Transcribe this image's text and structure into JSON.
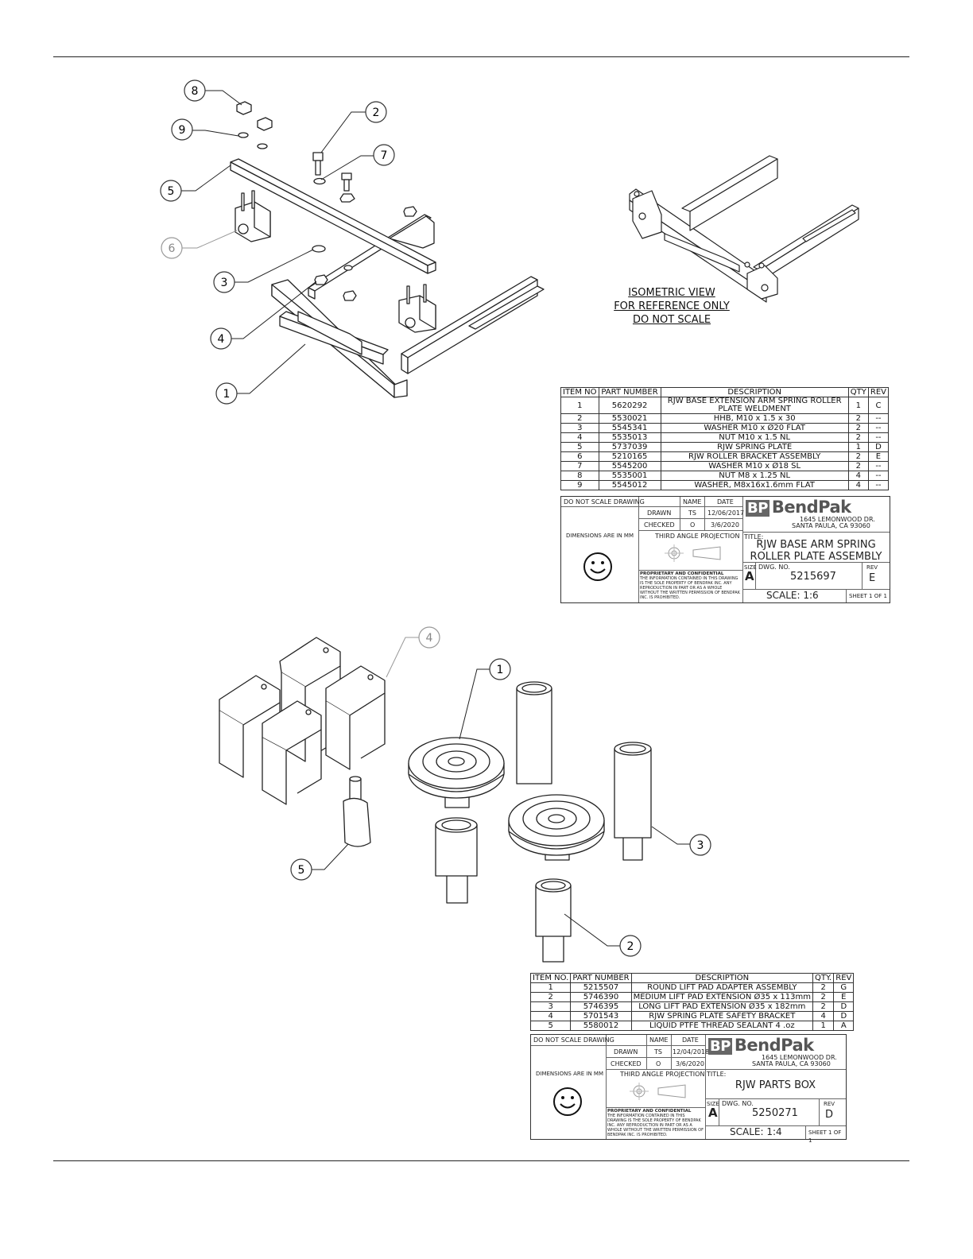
{
  "drawing1": {
    "callouts": [
      "1",
      "2",
      "3",
      "4",
      "5",
      "6",
      "7",
      "8",
      "9"
    ],
    "iso_note": [
      "ISOMETRIC VIEW",
      "FOR REFERENCE ONLY",
      "DO NOT SCALE"
    ],
    "bom": {
      "headers": [
        "ITEM NO",
        "PART NUMBER",
        "DESCRIPTION",
        "QTY",
        "REV"
      ],
      "rows": [
        [
          "1",
          "5620292",
          "RJW BASE EXTENSION ARM SPRING ROLLER PLATE WELDMENT",
          "1",
          "C"
        ],
        [
          "2",
          "5530021",
          "HHB, M10 x 1.5 x 30",
          "2",
          "--"
        ],
        [
          "3",
          "5545341",
          "WASHER M10 x Ø20 FLAT",
          "2",
          "--"
        ],
        [
          "4",
          "5535013",
          "NUT M10 x 1.5 NL",
          "2",
          "--"
        ],
        [
          "5",
          "5737039",
          "RJW SPRING PLATE",
          "1",
          "D"
        ],
        [
          "6",
          "5210165",
          "RJW ROLLER BRACKET ASSEMBLY",
          "2",
          "E"
        ],
        [
          "7",
          "5545200",
          "WASHER M10 x Ø18 SL",
          "2",
          "--"
        ],
        [
          "8",
          "5535001",
          "NUT M8 x 1.25 NL",
          "4",
          "--"
        ],
        [
          "9",
          "5545012",
          "WASHER, M8x16x1.6mm FLAT",
          "4",
          "--"
        ]
      ]
    },
    "title_block": {
      "do_not_scale": "DO NOT SCALE DRAWING",
      "name_label": "NAME",
      "date_label": "DATE",
      "drawn_label": "DRAWN",
      "drawn_name": "TS",
      "drawn_date": "12/06/2017",
      "checked_label": "CHECKED",
      "checked_name": "O",
      "checked_date": "3/6/2020",
      "dimensions": "DIMENSIONS ARE IN MM",
      "projection": "THIRD ANGLE PROJECTION",
      "proprietary_title": "PROPRIETARY AND CONFIDENTIAL",
      "proprietary_text": "THE INFORMATION CONTAINED IN THIS DRAWING IS THE SOLE PROPERTY OF BENDPAK INC. ANY REPRODUCTION IN PART OR AS A WHOLE WITHOUT THE WRITTEN PERMISSION OF BENDPAK INC. IS PROHIBITED.",
      "logo_mark": "BP",
      "logo_text": "BendPak",
      "address1": "1645 LEMONWOOD DR.",
      "address2": "SANTA PAULA, CA 93060",
      "title_label": "TITLE:",
      "title1": "RJW BASE ARM SPRING",
      "title2": "ROLLER PLATE ASSEMBLY",
      "size_label": "SIZE",
      "size": "A",
      "dwg_label": "DWG.  NO.",
      "dwg_no": "5215697",
      "rev_label": "REV",
      "rev": "E",
      "scale": "SCALE: 1:6",
      "sheet": "SHEET 1 OF 1"
    }
  },
  "drawing2": {
    "callouts": [
      "1",
      "2",
      "3",
      "4",
      "5"
    ],
    "bom": {
      "headers": [
        "ITEM NO.",
        "PART NUMBER",
        "DESCRIPTION",
        "QTY.",
        "REV"
      ],
      "rows": [
        [
          "1",
          "5215507",
          "ROUND LIFT PAD ADAPTER ASSEMBLY",
          "2",
          "G"
        ],
        [
          "2",
          "5746390",
          "MEDIUM LIFT PAD EXTENSION Ø35 x 113mm",
          "2",
          "E"
        ],
        [
          "3",
          "5746395",
          "LONG LIFT PAD EXTENSION Ø35 x 182mm",
          "2",
          "D"
        ],
        [
          "4",
          "5701543",
          "RJW SPRING PLATE SAFETY BRACKET",
          "4",
          "D"
        ],
        [
          "5",
          "5580012",
          "LIQUID PTFE THREAD SEALANT 4 .oz",
          "1",
          "A"
        ]
      ]
    },
    "title_block": {
      "do_not_scale": "DO NOT SCALE DRAWING",
      "name_label": "NAME",
      "date_label": "DATE",
      "drawn_label": "DRAWN",
      "drawn_name": "TS",
      "drawn_date": "12/04/2018",
      "checked_label": "CHECKED",
      "checked_name": "O",
      "checked_date": "3/6/2020",
      "dimensions": "DIMENSIONS ARE IN MM",
      "projection": "THIRD ANGLE PROJECTION",
      "proprietary_title": "PROPRIETARY AND CONFIDENTIAL",
      "proprietary_text": "THE INFORMATION CONTAINED IN THIS DRAWING IS THE SOLE PROPERTY OF BENDPAK INC. ANY REPRODUCTION IN PART OR AS A WHOLE WITHOUT THE WRITTEN PERMISSION OF BENDPAK INC. IS PROHIBITED.",
      "logo_mark": "BP",
      "logo_text": "BendPak",
      "address1": "1645 LEMONWOOD DR.",
      "address2": "SANTA PAULA, CA 93060",
      "title_label": "TITLE:",
      "title1": "RJW PARTS BOX",
      "size_label": "SIZE",
      "size": "A",
      "dwg_label": "DWG.  NO.",
      "dwg_no": "5250271",
      "rev_label": "REV",
      "rev": "D",
      "scale": "SCALE: 1:4",
      "sheet": "SHEET 1 OF 1"
    }
  }
}
